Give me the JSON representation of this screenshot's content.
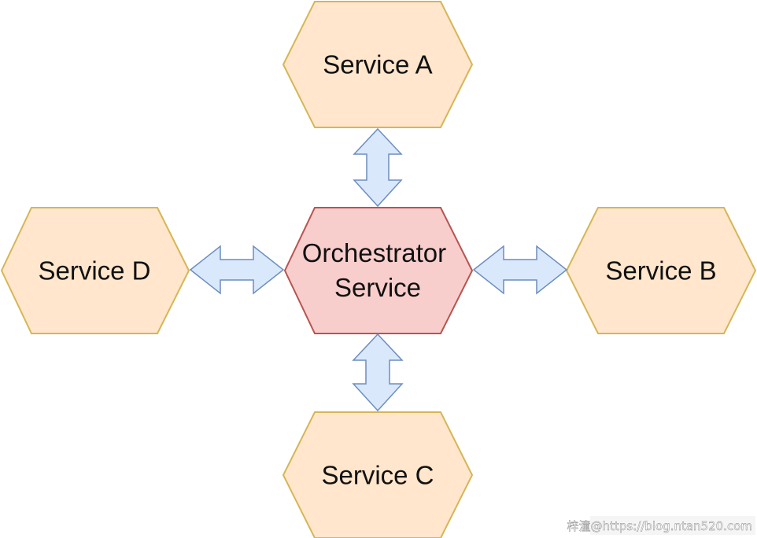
{
  "diagram": {
    "nodes": {
      "service_a": {
        "label": "Service A",
        "fill": "#ffe6cc",
        "stroke": "#d6b656"
      },
      "service_b": {
        "label": "Service B",
        "fill": "#ffe6cc",
        "stroke": "#d6b656"
      },
      "service_c": {
        "label": "Service C",
        "fill": "#ffe6cc",
        "stroke": "#d6b656"
      },
      "service_d": {
        "label": "Service D",
        "fill": "#ffe6cc",
        "stroke": "#d6b656"
      },
      "orchestrator": {
        "label_line1": "Orchestrator",
        "label_line2": "Service",
        "fill": "#f8cecc",
        "stroke": "#b85450"
      }
    },
    "connectors": [
      {
        "from": "orchestrator",
        "to": "service_a",
        "type": "bidirectional-arrow"
      },
      {
        "from": "orchestrator",
        "to": "service_b",
        "type": "bidirectional-arrow"
      },
      {
        "from": "orchestrator",
        "to": "service_c",
        "type": "bidirectional-arrow"
      },
      {
        "from": "orchestrator",
        "to": "service_d",
        "type": "bidirectional-arrow"
      }
    ],
    "arrow_fill": "#dae8fc",
    "arrow_stroke": "#6c8ebf"
  },
  "watermark": {
    "text": "梓潼@https://blog.ntan520.com"
  }
}
